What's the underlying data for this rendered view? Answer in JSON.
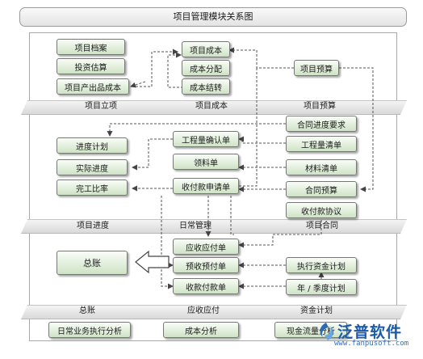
{
  "title": "项目管理模块关系图",
  "bands": {
    "b1": {
      "labels": [
        "项目立项",
        "项目成本",
        "项目预算"
      ]
    },
    "b2": {
      "labels": [
        "项目进度",
        "日常管理",
        "项目合同"
      ]
    },
    "b3": {
      "labels": [
        "总账",
        "应收应付",
        "资金计划"
      ]
    }
  },
  "nodes": {
    "xiangmu_dangan": "项目档案",
    "touzi_gusuan": "投资估算",
    "xiangmu_chanchu": "项目产出品成本",
    "xiangmu_chengben": "项目成本",
    "chengben_fenpei": "成本分配",
    "chengben_jiezhuan": "成本结转",
    "xiangmu_yusuan": "项目预算",
    "hetong_jindu": "合同进度要求",
    "gongchengliang_qingdan": "工程量清单",
    "cailiao_qingdan": "材料清单",
    "hetong_yusuan": "合同预算",
    "shoufukuan_xieyi": "收付款协议",
    "jindu_jihua": "进度计划",
    "shiji_jindu": "实际进度",
    "wangong_bili": "完工比率",
    "gongchengliang_queren": "工程量确认单",
    "lingliao": "领料单",
    "shoufukuan_shenqing": "收付款申请单",
    "yingshou_yingfu": "应收应付单",
    "yushou_yufu": "预收预付单",
    "shoukuan_fukuan": "收款付款单",
    "zongzhang": "总账",
    "zhixing_zijin": "执行资金计划",
    "nian_jidu": "年 / 季度计划",
    "richang_yewu": "日常业务执行分析",
    "chengben_fenxi": "成本分析",
    "xianjin_liuliang": "现金流量分析"
  },
  "logo": {
    "brand": "泛普软件",
    "url": "www.fanpusoft.com"
  }
}
